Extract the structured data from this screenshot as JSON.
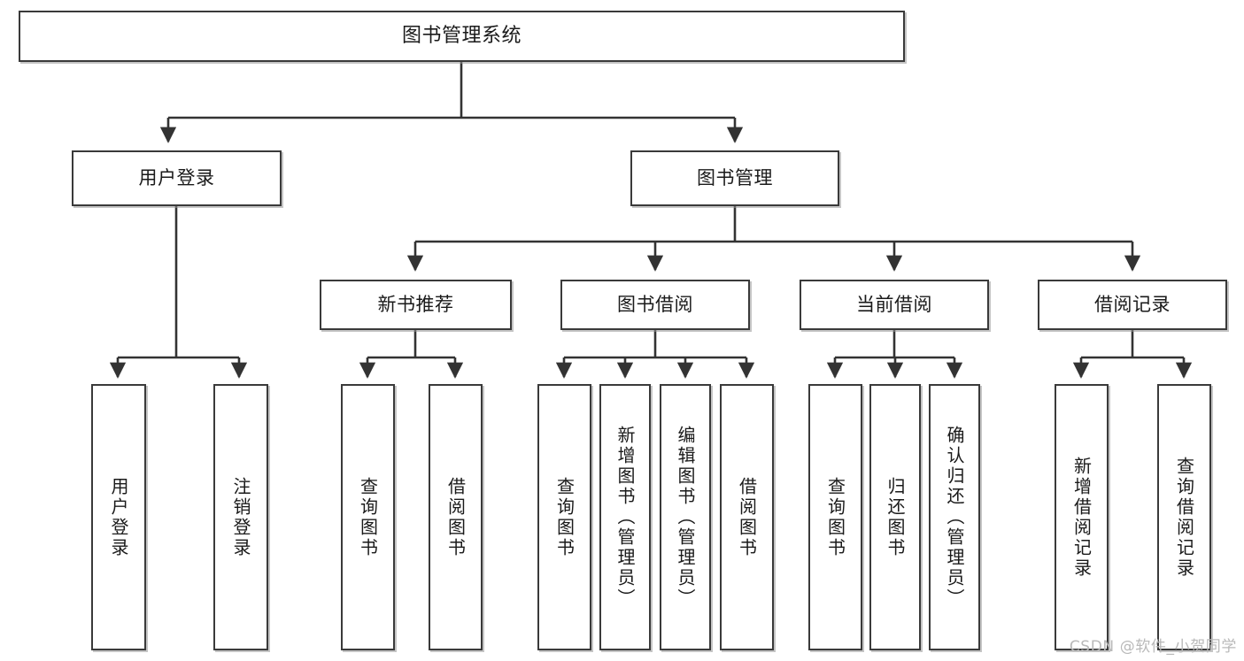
{
  "diagram": {
    "title": "图书管理系统",
    "type": "tree-hierarchy-diagram",
    "watermark": "CSDN @软件_小贺同学",
    "colors": {
      "box_border": "#3a3a3a",
      "box_fill": "#ffffff",
      "edge": "#333333",
      "text": "#1a1a1a",
      "watermark": "#b9b9b9",
      "background": "#ffffff"
    }
  },
  "nodes": {
    "root": {
      "label": "图书管理系统",
      "orientation": "horizontal"
    },
    "level2": [
      {
        "id": "user-login",
        "label": "用户登录",
        "orientation": "horizontal"
      },
      {
        "id": "book-management",
        "label": "图书管理",
        "orientation": "horizontal"
      }
    ],
    "level3": [
      {
        "id": "new-book-recommend",
        "label": "新书推荐",
        "orientation": "horizontal"
      },
      {
        "id": "book-borrow",
        "label": "图书借阅",
        "orientation": "horizontal"
      },
      {
        "id": "current-borrow",
        "label": "当前借阅",
        "orientation": "horizontal"
      },
      {
        "id": "borrow-record",
        "label": "借阅记录",
        "orientation": "horizontal"
      }
    ],
    "leaves": [
      {
        "id": "leaf-user-login",
        "label": "用户登录",
        "parent": "user-login",
        "orientation": "vertical"
      },
      {
        "id": "leaf-logout-login",
        "label": "注销登录",
        "parent": "user-login",
        "orientation": "vertical"
      },
      {
        "id": "leaf-query-book-1",
        "label": "查询图书",
        "parent": "new-book-recommend",
        "orientation": "vertical"
      },
      {
        "id": "leaf-borrow-book-1",
        "label": "借阅图书",
        "parent": "new-book-recommend",
        "orientation": "vertical"
      },
      {
        "id": "leaf-query-book-2",
        "label": "查询图书",
        "parent": "book-borrow",
        "orientation": "vertical"
      },
      {
        "id": "leaf-add-book",
        "label": "新增图书（管理员）",
        "parent": "book-borrow",
        "orientation": "vertical"
      },
      {
        "id": "leaf-edit-book",
        "label": "编辑图书（管理员）",
        "parent": "book-borrow",
        "orientation": "vertical"
      },
      {
        "id": "leaf-borrow-book-2",
        "label": "借阅图书",
        "parent": "book-borrow",
        "orientation": "vertical"
      },
      {
        "id": "leaf-query-book-3",
        "label": "查询图书",
        "parent": "current-borrow",
        "orientation": "vertical"
      },
      {
        "id": "leaf-return-book",
        "label": "归还图书",
        "parent": "current-borrow",
        "orientation": "vertical"
      },
      {
        "id": "leaf-confirm-return",
        "label": "确认归还（管理员）",
        "parent": "current-borrow",
        "orientation": "vertical"
      },
      {
        "id": "leaf-add-borrow-record",
        "label": "新增借阅记录",
        "parent": "borrow-record",
        "orientation": "vertical"
      },
      {
        "id": "leaf-query-borrow-record",
        "label": "查询借阅记录",
        "parent": "borrow-record",
        "orientation": "vertical"
      }
    ]
  },
  "edges": [
    {
      "from": "root",
      "to": "user-login"
    },
    {
      "from": "root",
      "to": "book-management"
    },
    {
      "from": "book-management",
      "to": "new-book-recommend"
    },
    {
      "from": "book-management",
      "to": "book-borrow"
    },
    {
      "from": "book-management",
      "to": "current-borrow"
    },
    {
      "from": "book-management",
      "to": "borrow-record"
    },
    {
      "from": "user-login",
      "to": "leaf-user-login"
    },
    {
      "from": "user-login",
      "to": "leaf-logout-login"
    },
    {
      "from": "new-book-recommend",
      "to": "leaf-query-book-1"
    },
    {
      "from": "new-book-recommend",
      "to": "leaf-borrow-book-1"
    },
    {
      "from": "book-borrow",
      "to": "leaf-query-book-2"
    },
    {
      "from": "book-borrow",
      "to": "leaf-add-book"
    },
    {
      "from": "book-borrow",
      "to": "leaf-edit-book"
    },
    {
      "from": "book-borrow",
      "to": "leaf-borrow-book-2"
    },
    {
      "from": "current-borrow",
      "to": "leaf-query-book-3"
    },
    {
      "from": "current-borrow",
      "to": "leaf-return-book"
    },
    {
      "from": "current-borrow",
      "to": "leaf-confirm-return"
    },
    {
      "from": "borrow-record",
      "to": "leaf-add-borrow-record"
    },
    {
      "from": "borrow-record",
      "to": "leaf-query-borrow-record"
    }
  ]
}
